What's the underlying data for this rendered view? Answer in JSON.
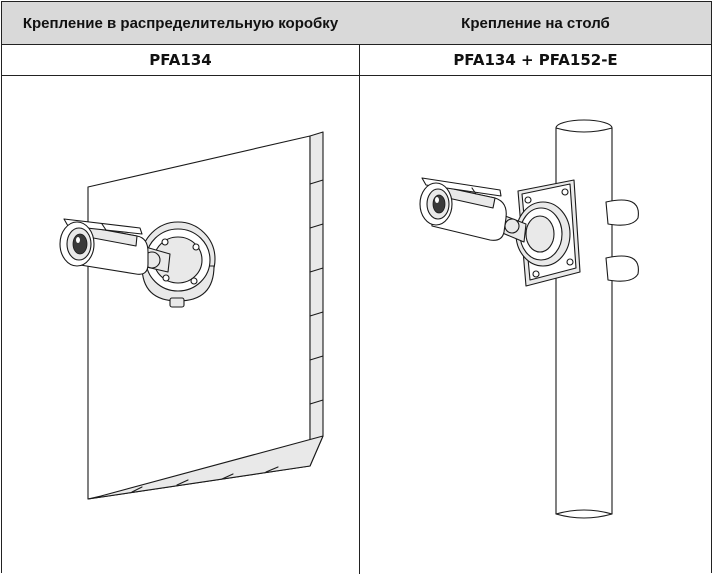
{
  "table": {
    "headers": [
      "Крепление в распределительную коробку",
      "Крепление на столб"
    ],
    "models": [
      "PFA134",
      "PFA134 + PFA152-E"
    ]
  },
  "figures": [
    {
      "icon": "wall-mounted-bullet-camera-illustration"
    },
    {
      "icon": "pole-mounted-bullet-camera-illustration"
    }
  ]
}
